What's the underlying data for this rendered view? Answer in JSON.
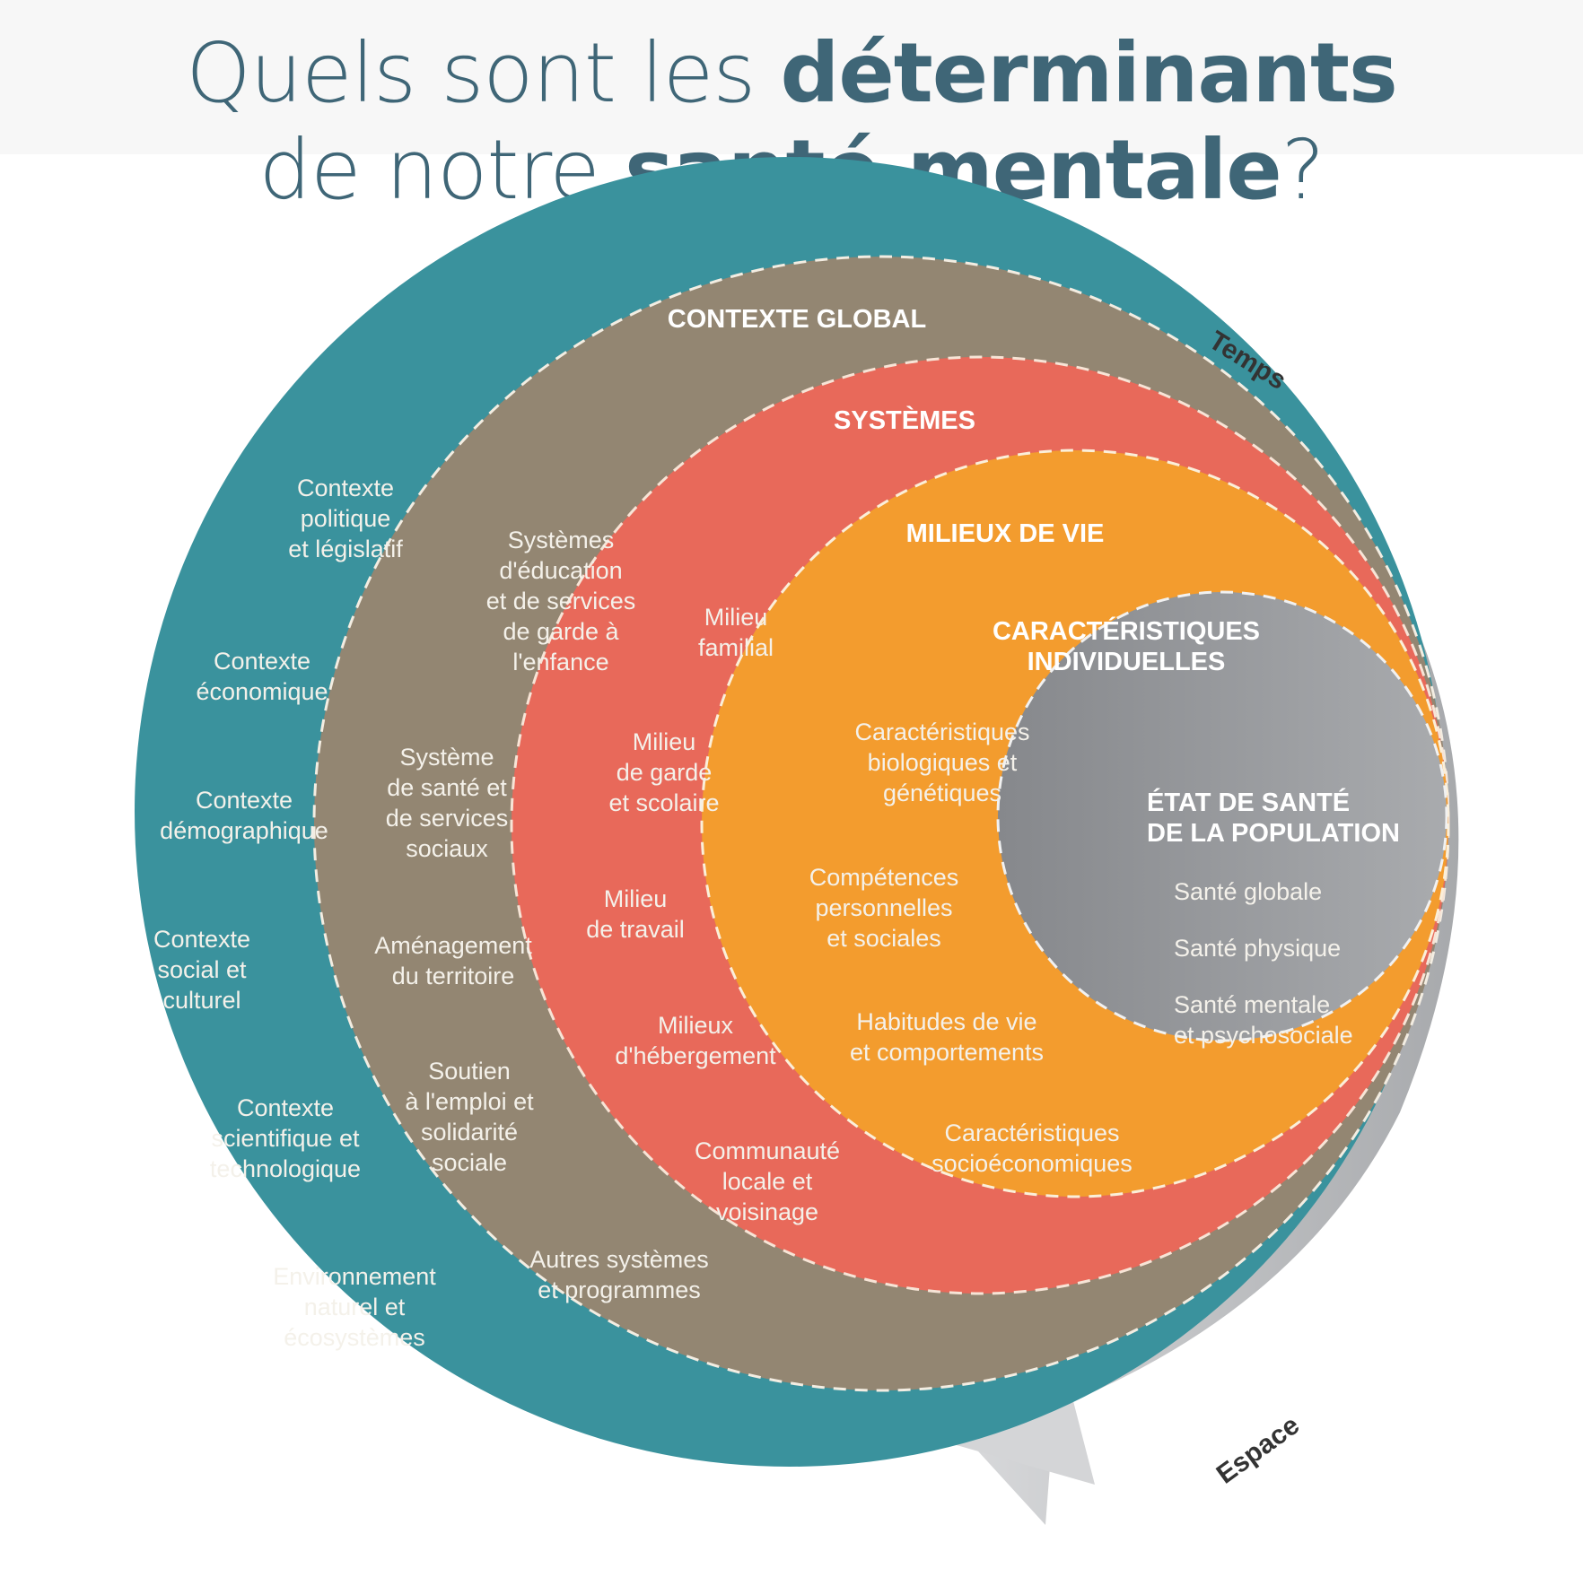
{
  "title": {
    "line1_prefix": "Quels sont les ",
    "line1_bold": "déterminants",
    "line2_prefix": "de notre ",
    "line2_bold": "santé mentale",
    "line2_suffix": "?"
  },
  "colors": {
    "contexte_global": "#3a929d",
    "systemes": "#938672",
    "milieux_de_vie": "#e8695a",
    "caracteristiques_individuelles": "#f39c2e",
    "etat_de_sante": "#9b9da1",
    "arrow": "#cfd0d2",
    "title": "#3f6677"
  },
  "arrows": {
    "top_label": "Temps",
    "bottom_label": "Espace"
  },
  "rings": {
    "contexte_global": {
      "heading": "CONTEXTE GLOBAL",
      "items": [
        [
          "Contexte",
          "politique",
          "et législatif"
        ],
        [
          "Contexte",
          "économique"
        ],
        [
          "Contexte",
          "démographique"
        ],
        [
          "Contexte",
          "social et",
          "culturel"
        ],
        [
          "Contexte",
          "scientifique et",
          "technologique"
        ],
        [
          "Environnement",
          "naturel et",
          "écosystèmes"
        ]
      ]
    },
    "systemes": {
      "heading": "SYSTÈMES",
      "items": [
        [
          "Systèmes",
          "d'éducation",
          "et de services",
          "de garde à",
          "l'enfance"
        ],
        [
          "Système",
          "de santé et",
          "de services",
          "sociaux"
        ],
        [
          "Aménagement",
          "du territoire"
        ],
        [
          "Soutien",
          "à l'emploi et",
          "solidarité",
          "sociale"
        ],
        [
          "Autres systèmes",
          "et programmes"
        ]
      ]
    },
    "milieux_de_vie": {
      "heading": "MILIEUX DE VIE",
      "items": [
        [
          "Milieu",
          "familial"
        ],
        [
          "Milieu",
          "de garde",
          "et scolaire"
        ],
        [
          "Milieu",
          "de travail"
        ],
        [
          "Milieux",
          "d'hébergement"
        ],
        [
          "Communauté",
          "locale et",
          "voisinage"
        ]
      ]
    },
    "caracteristiques_individuelles": {
      "heading": [
        "CARACTÉRISTIQUES",
        "INDIVIDUELLES"
      ],
      "items": [
        [
          "Caractéristiques",
          "biologiques et",
          "génétiques"
        ],
        [
          "Compétences",
          "personnelles",
          "et sociales"
        ],
        [
          "Habitudes de vie",
          "et comportements"
        ],
        [
          "Caractéristiques",
          "socioéconomiques"
        ]
      ]
    },
    "etat_de_sante": {
      "heading": [
        "ÉTAT DE SANTÉ",
        "DE LA POPULATION"
      ],
      "items": [
        [
          "Santé globale"
        ],
        [
          "Santé physique"
        ],
        [
          "Santé mentale",
          "et psychosociale"
        ]
      ]
    }
  }
}
